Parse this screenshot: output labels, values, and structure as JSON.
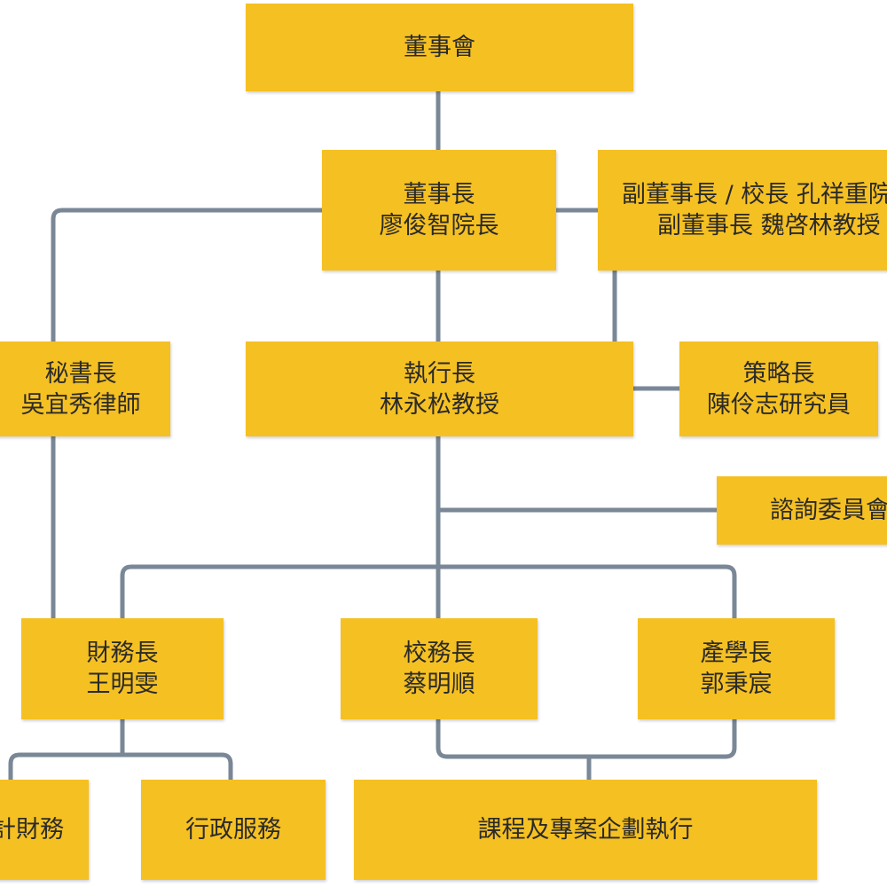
{
  "colors": {
    "box_fill": "#f5c022",
    "connector": "#7a8796",
    "text": "#2a2a2a",
    "background": "#ffffff"
  },
  "nodes": {
    "board": {
      "lines": [
        "董事會"
      ]
    },
    "chairman": {
      "lines": [
        "董事長",
        "廖俊智院長"
      ]
    },
    "vice_chair": {
      "lines": [
        "副董事長 / 校長 孔祥重院",
        "副董事長 魏啓林教授"
      ]
    },
    "secretary_general": {
      "lines": [
        "秘書長",
        "吳宜秀律師"
      ]
    },
    "ceo": {
      "lines": [
        "執行長",
        "林永松教授"
      ]
    },
    "cso": {
      "lines": [
        "策略長",
        "陳伶志研究員"
      ]
    },
    "advisory": {
      "lines": [
        "諮詢委員會"
      ]
    },
    "cfo": {
      "lines": [
        "財務長",
        "王明雯"
      ]
    },
    "academic_affairs": {
      "lines": [
        "校務長",
        "蔡明順"
      ]
    },
    "industry_academia": {
      "lines": [
        "產學長",
        "郭秉宸"
      ]
    },
    "accounting": {
      "lines": [
        "會計財務"
      ]
    },
    "administration": {
      "lines": [
        "行政服務"
      ]
    },
    "programs": {
      "lines": [
        "課程及專案企劃執行"
      ]
    }
  }
}
